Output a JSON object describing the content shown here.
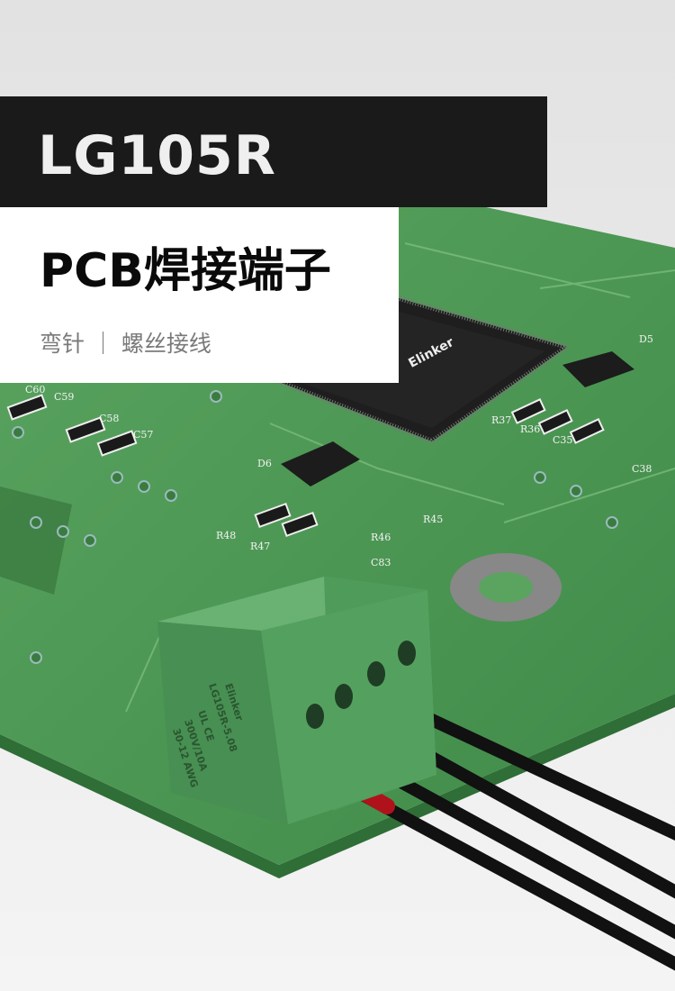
{
  "header": {
    "model": "LG105R",
    "title": "PCB焊接端子",
    "subtitle": "弯针 ｜ 螺丝接线"
  },
  "product": {
    "brand_mark": "Elinker",
    "terminal_marking": [
      "Elinker",
      "LG105R-5.08",
      "UL CE",
      "300V/10A",
      "30-12 AWG"
    ],
    "silkscreen_labels": [
      "C60",
      "C59",
      "C58",
      "C57",
      "R48",
      "R47",
      "R46",
      "R45",
      "C83",
      "D6",
      "D5",
      "R37",
      "R36",
      "C35",
      "C38"
    ]
  },
  "colors": {
    "banner": "#1a1a1a",
    "pcb_green": "#4f9a55",
    "terminal_green": "#4e9b5a",
    "wire": "#111111",
    "ferrule_red": "#b0121b"
  }
}
